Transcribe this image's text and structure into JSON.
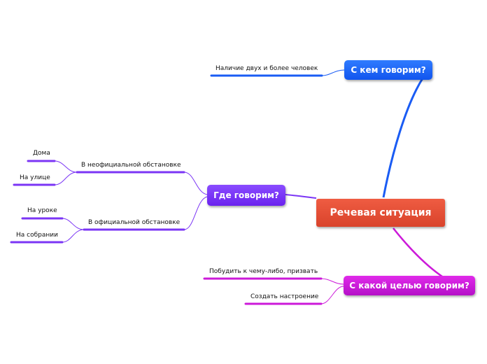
{
  "central": {
    "label": "Речевая ситуация",
    "color": "#e24e34"
  },
  "branches": {
    "who": {
      "label": "С кем говорим?",
      "color": "#1a5cf4",
      "children": [
        {
          "label": "Наличие двух и более человек"
        }
      ]
    },
    "where": {
      "label": "Где говорим?",
      "color": "#7b35f5",
      "children": [
        {
          "label": "В неофициальной обстановке",
          "children": [
            {
              "label": "Дома"
            },
            {
              "label": "На улице"
            }
          ]
        },
        {
          "label": "В официальной обстановке",
          "children": [
            {
              "label": "На уроке"
            },
            {
              "label": "На собрании"
            }
          ]
        }
      ]
    },
    "goal": {
      "label": "С какой целью говорим?",
      "color": "#cc1ad9",
      "children": [
        {
          "label": "Побудить к чему-либо, призвать"
        },
        {
          "label": "Создать настроение"
        }
      ]
    }
  }
}
